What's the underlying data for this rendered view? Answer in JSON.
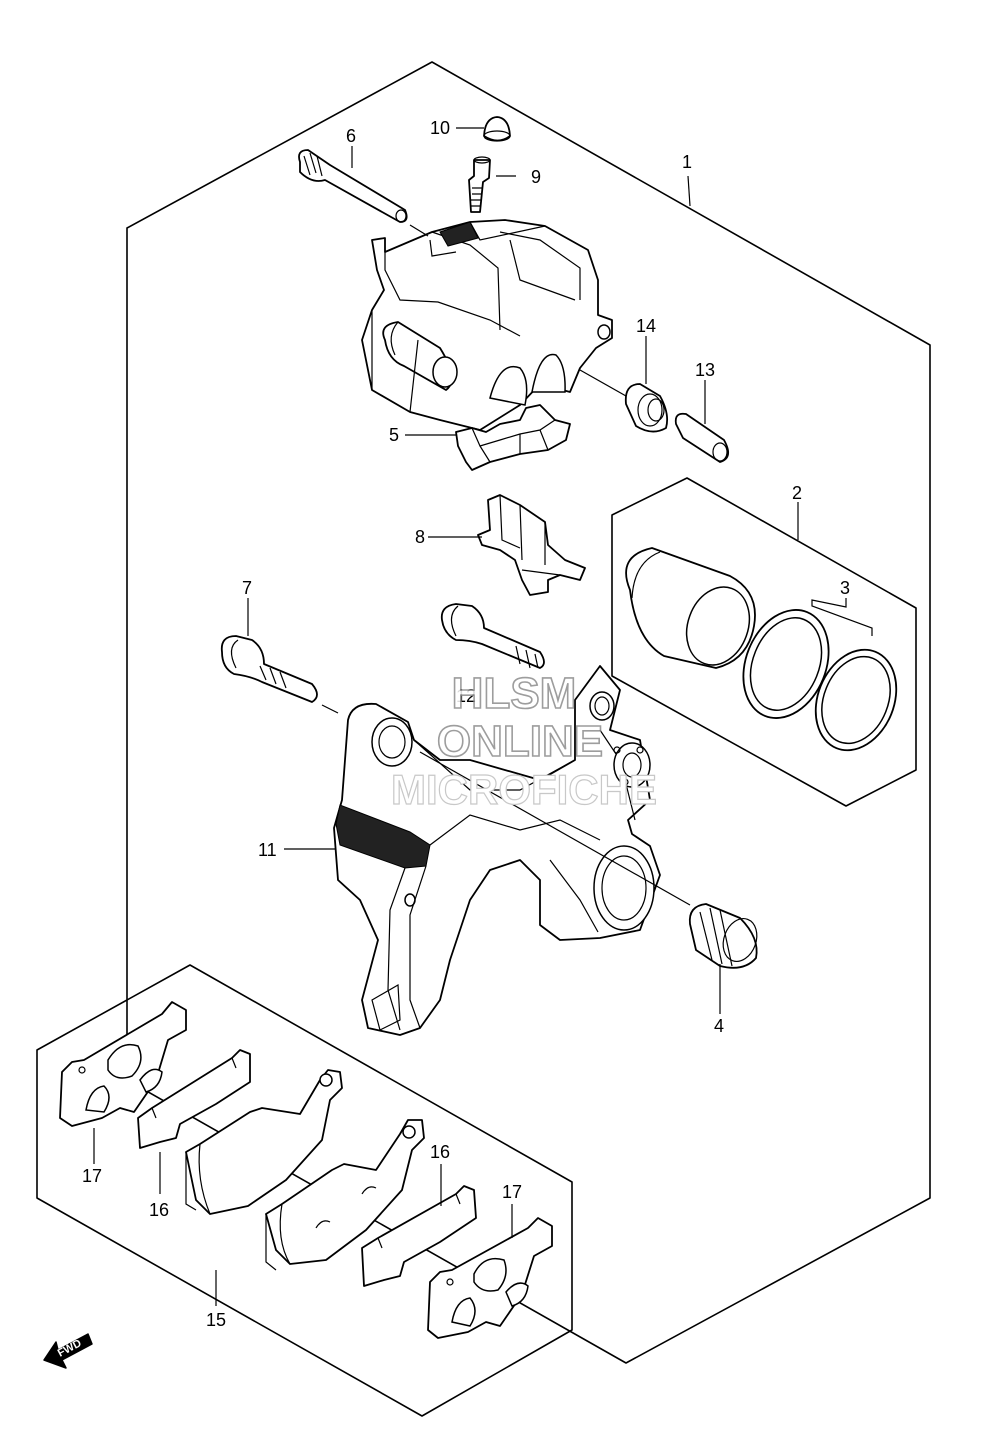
{
  "watermark": {
    "line1": "HLSM",
    "line2": "ONLINE",
    "line3": "MICROFICHE"
  },
  "direction_label": "FWD",
  "callouts": {
    "c1": "1",
    "c2": "2",
    "c3": "3",
    "c4": "4",
    "c5": "5",
    "c6": "6",
    "c7": "7",
    "c8": "8",
    "c9": "9",
    "c10": "10",
    "c11": "11",
    "c12": "12",
    "c13": "13",
    "c14": "14",
    "c15": "15",
    "c16a": "16",
    "c16b": "16",
    "c17a": "17",
    "c17b": "17"
  }
}
